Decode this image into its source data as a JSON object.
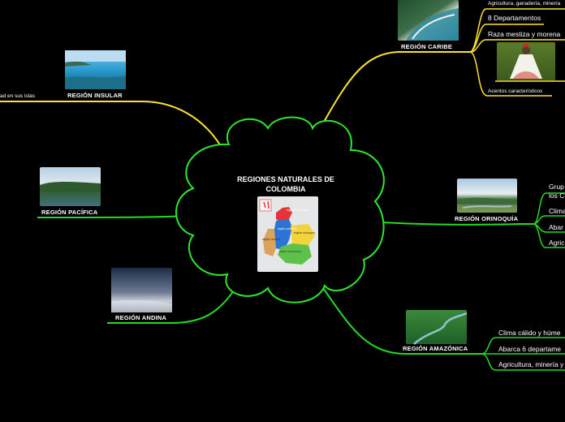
{
  "central": {
    "title": "REGIONES NATURALES DE COLOMBIA",
    "map_labels": [
      "región del caribe",
      "región pacífica",
      "región andina",
      "región orinoquía",
      "región amazonía"
    ]
  },
  "regions": {
    "caribe": {
      "label": "REGIÓN CARIBE",
      "subtopics": [
        "Agricultura, ganadería, minería",
        "8 Departamentos",
        "Raza mestiza y morena",
        "Acentos característicos"
      ]
    },
    "insular": {
      "label": "REGIÓN INSULAR",
      "subtopics": [
        "ad en sus islas"
      ]
    },
    "pacifica": {
      "label": "REGIÓN PACÍFICA"
    },
    "andina": {
      "label": "REGIÓN ANDINA"
    },
    "orinoquia": {
      "label": "REGIÓN ORINOQUÍA",
      "subtopics": [
        "Grup",
        "los C",
        "Clima",
        "Abar",
        "Agric"
      ]
    },
    "amazonica": {
      "label": "REGIÓN AMAZÓNICA",
      "subtopics": [
        "Clima cálido y húme",
        "Abarca 6 departame",
        "Agricultura, minería y"
      ]
    }
  },
  "colors": {
    "background": "#000000",
    "green_branch": "#22dd22",
    "yellow_branch": "#ffe22a",
    "cloud_outline": "#2ee62e"
  }
}
